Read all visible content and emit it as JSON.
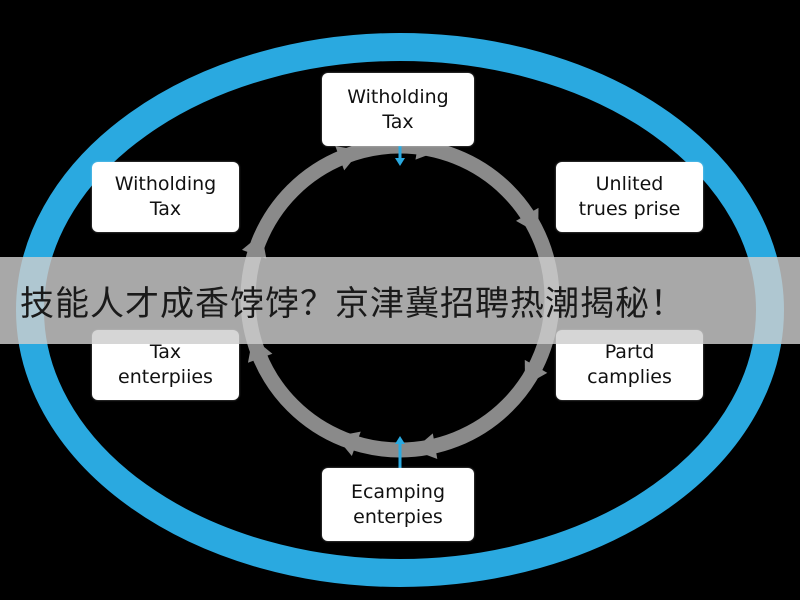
{
  "diagram": {
    "ring_color": "#2aa9e0",
    "cycle_color": "#8a8a8a",
    "nodes": {
      "top": "Witholding\nTax",
      "upper_left": "Witholding\nTax",
      "upper_right": "Unlited\ntrues prise",
      "lower_left": "Tax\nenterpiies",
      "lower_right": "Partd\ncamplies",
      "bottom": "Ecamping\nenterpies"
    }
  },
  "banner": {
    "text": "技能人才成香饽饽？京津冀招聘热潮揭秘！"
  }
}
